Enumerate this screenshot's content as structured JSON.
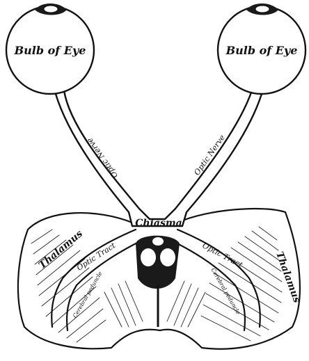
{
  "figure": {
    "labels": {
      "bulb_left": "Bulb of Eye",
      "bulb_right": "Bulb of Eye",
      "optic_nerve_left": "Optic Nerve",
      "optic_nerve_right": "Optic Nerve",
      "chiasma": "Chiasma",
      "optic_tract_left": "Optic Tract",
      "optic_tract_right": "Optic Tract",
      "thalamus_left": "Thalamus",
      "thalamus_right": "Thalamus",
      "cerebral_peduncle_left": "Cerebral peduncle",
      "cerebral_peduncle_right": "Cerebral peduncle"
    },
    "colors": {
      "ink": "#111111",
      "paper": "#ffffff"
    }
  }
}
